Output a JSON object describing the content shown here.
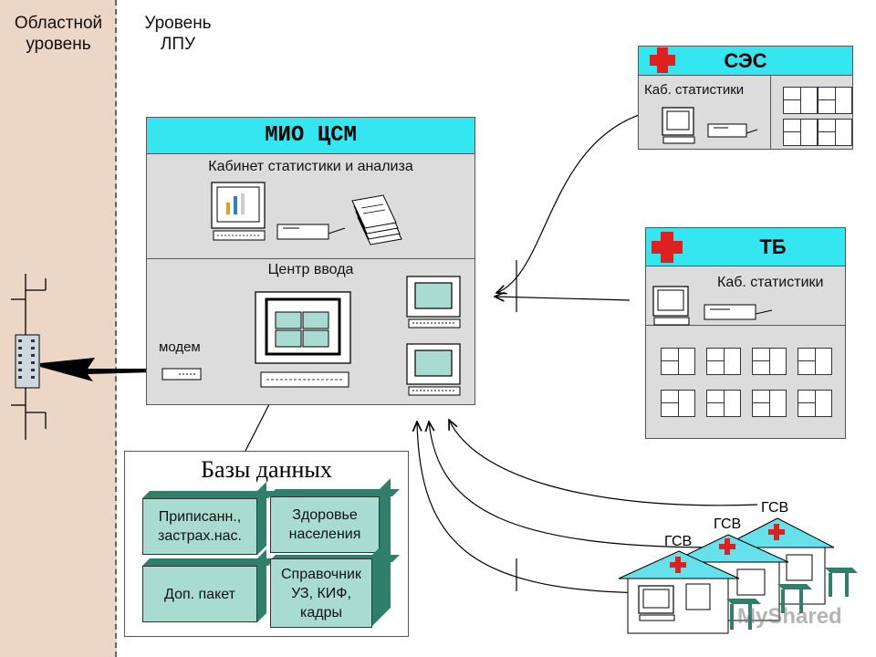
{
  "levels": {
    "regional": "Областной\nуровень",
    "lpu": "Уровень\nЛПУ"
  },
  "mio": {
    "title": "МИО  ЦСМ",
    "cabinet_label": "Кабинет статистики и анализа",
    "input_center_label": "Центр ввода",
    "modem_label": "модем"
  },
  "ses": {
    "title": "СЭС",
    "cab_label": "Каб. статистики"
  },
  "tb": {
    "title": "ТБ",
    "cab_label": "Каб. статистики"
  },
  "databases": {
    "title": "Базы данных",
    "items": [
      {
        "label": "Приписанн.,\nзастрах.нас."
      },
      {
        "label": "Здоровье\nнаселения"
      },
      {
        "label": "Доп. пакет"
      },
      {
        "label": "Справочник\nУЗ, КИФ,\nкадры"
      }
    ]
  },
  "gsv": {
    "labels": [
      "ГСВ",
      "ГСВ",
      "ГСВ"
    ]
  },
  "watermark": "MyShared",
  "colors": {
    "accent_cyan": "#33e6f0",
    "cross_red": "#e02020",
    "cube_face": "#a9dcd0",
    "panel_gray": "#dcdcdc",
    "left_strip": "#ecd6c6"
  }
}
